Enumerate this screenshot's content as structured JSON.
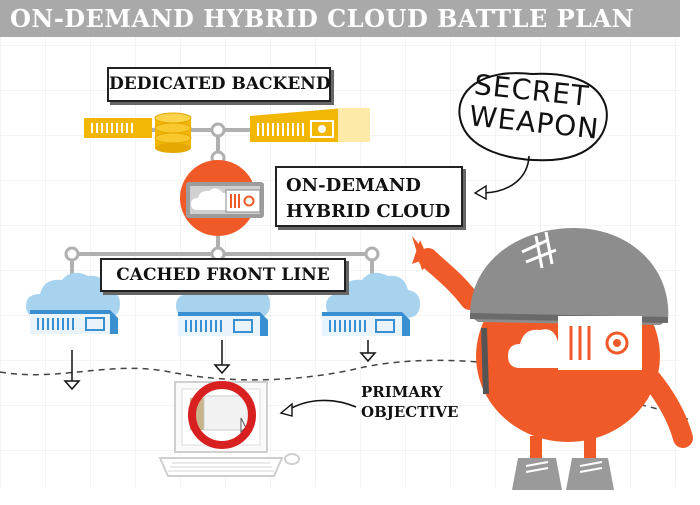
{
  "title": "ON-DEMAND HYBRID CLOUD BATTLE PLAN",
  "labels": {
    "dedicated_backend": "DEDICATED BACKEND",
    "hybrid_line1": "ON-DEMAND",
    "hybrid_line2": "HYBRID CLOUD",
    "cached_front_line": "CACHED FRONT LINE",
    "primary_line1": "PRIMARY",
    "primary_line2": "OBJECTIVE",
    "secret_line1": "SECRET",
    "secret_line2": "WEAPON"
  },
  "colors": {
    "orange": "#f05a28",
    "gold": "#f2b705",
    "cloud_blue": "#a8d3ef",
    "server_blue": "#3a8fd0",
    "grey": "#9a9a9a",
    "red_ring": "#d92020"
  }
}
